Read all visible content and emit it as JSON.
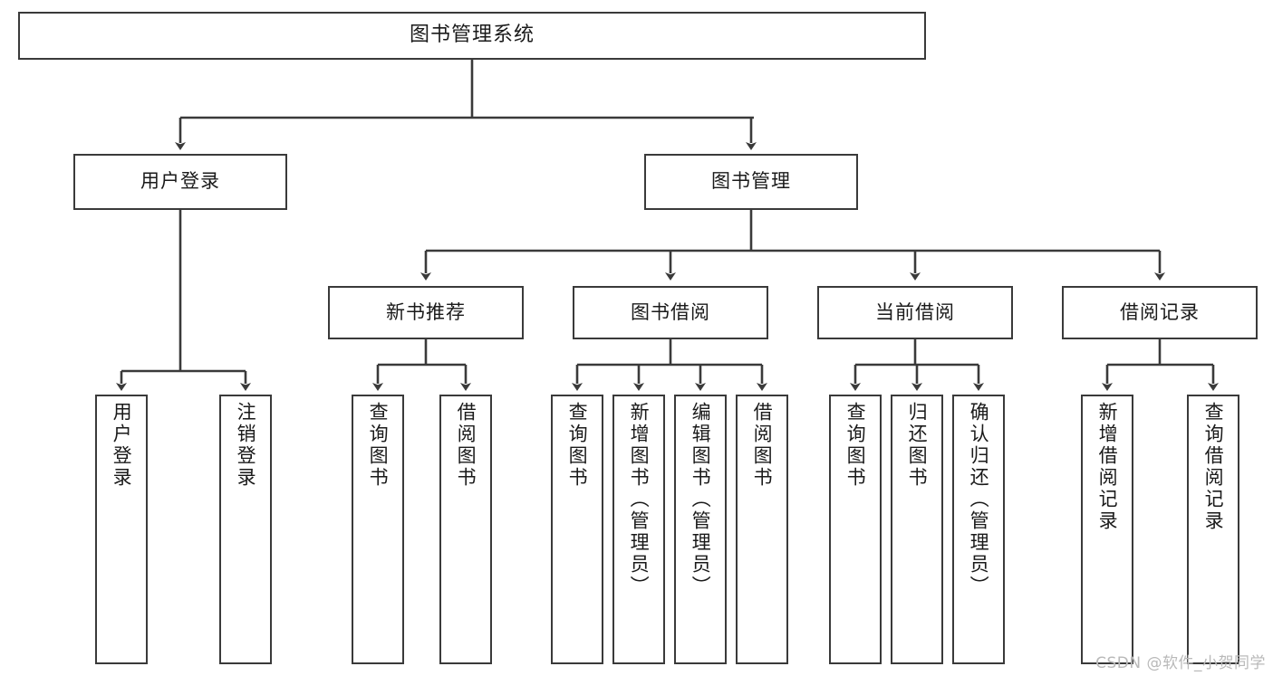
{
  "diagram": {
    "title": "图书管理系统",
    "type": "tree",
    "watermark": "CSDN @软件_小贺同学",
    "colors": {
      "box_border": "#3a3a3a",
      "box_fill": "#ffffff",
      "edge": "#3a3a3a",
      "text": "#1a1a1a",
      "watermark": "#b9b9b9"
    },
    "levels": {
      "root": [
        "图书管理系统"
      ],
      "level2": [
        "用户登录",
        "图书管理"
      ],
      "level3": [
        "新书推荐",
        "图书借阅",
        "当前借阅",
        "借阅记录"
      ],
      "level4": [
        "用户登录",
        "注销登录",
        "查询图书",
        "借阅图书",
        "查询图书",
        "新增图书（管理员）",
        "编辑图书（管理员）",
        "借阅图书",
        "查询图书",
        "归还图书",
        "确认归还（管理员）",
        "新增借阅记录",
        "查询借阅记录"
      ]
    },
    "nodes": {
      "root": {
        "label": "图书管理系统"
      },
      "user_login": {
        "label": "用户登录"
      },
      "book_manage": {
        "label": "图书管理"
      },
      "new_book_rec": {
        "label": "新书推荐"
      },
      "book_borrow": {
        "label": "图书借阅"
      },
      "current_borrow": {
        "label": "当前借阅"
      },
      "borrow_record": {
        "label": "借阅记录"
      },
      "leaf_user_login": {
        "label": "用户登录"
      },
      "leaf_logout": {
        "label": "注销登录"
      },
      "leaf_query_book_1": {
        "label": "查询图书"
      },
      "leaf_borrow_book_1": {
        "label": "借阅图书"
      },
      "leaf_query_book_2": {
        "label": "查询图书"
      },
      "leaf_add_book": {
        "label": "新增图书（管理员）"
      },
      "leaf_edit_book": {
        "label": "编辑图书（管理员）"
      },
      "leaf_borrow_book_2": {
        "label": "借阅图书"
      },
      "leaf_query_book_3": {
        "label": "查询图书"
      },
      "leaf_return_book": {
        "label": "归还图书"
      },
      "leaf_confirm_return": {
        "label": "确认归还（管理员）"
      },
      "leaf_add_record": {
        "label": "新增借阅记录"
      },
      "leaf_query_record": {
        "label": "查询借阅记录"
      }
    },
    "edges": [
      {
        "from": "root",
        "to": "user_login"
      },
      {
        "from": "root",
        "to": "book_manage"
      },
      {
        "from": "user_login",
        "to": "leaf_user_login"
      },
      {
        "from": "user_login",
        "to": "leaf_logout"
      },
      {
        "from": "book_manage",
        "to": "new_book_rec"
      },
      {
        "from": "book_manage",
        "to": "book_borrow"
      },
      {
        "from": "book_manage",
        "to": "current_borrow"
      },
      {
        "from": "book_manage",
        "to": "borrow_record"
      },
      {
        "from": "new_book_rec",
        "to": "leaf_query_book_1"
      },
      {
        "from": "new_book_rec",
        "to": "leaf_borrow_book_1"
      },
      {
        "from": "book_borrow",
        "to": "leaf_query_book_2"
      },
      {
        "from": "book_borrow",
        "to": "leaf_add_book"
      },
      {
        "from": "book_borrow",
        "to": "leaf_edit_book"
      },
      {
        "from": "book_borrow",
        "to": "leaf_borrow_book_2"
      },
      {
        "from": "current_borrow",
        "to": "leaf_query_book_3"
      },
      {
        "from": "current_borrow",
        "to": "leaf_return_book"
      },
      {
        "from": "current_borrow",
        "to": "leaf_confirm_return"
      },
      {
        "from": "borrow_record",
        "to": "leaf_add_record"
      },
      {
        "from": "borrow_record",
        "to": "leaf_query_record"
      }
    ]
  }
}
